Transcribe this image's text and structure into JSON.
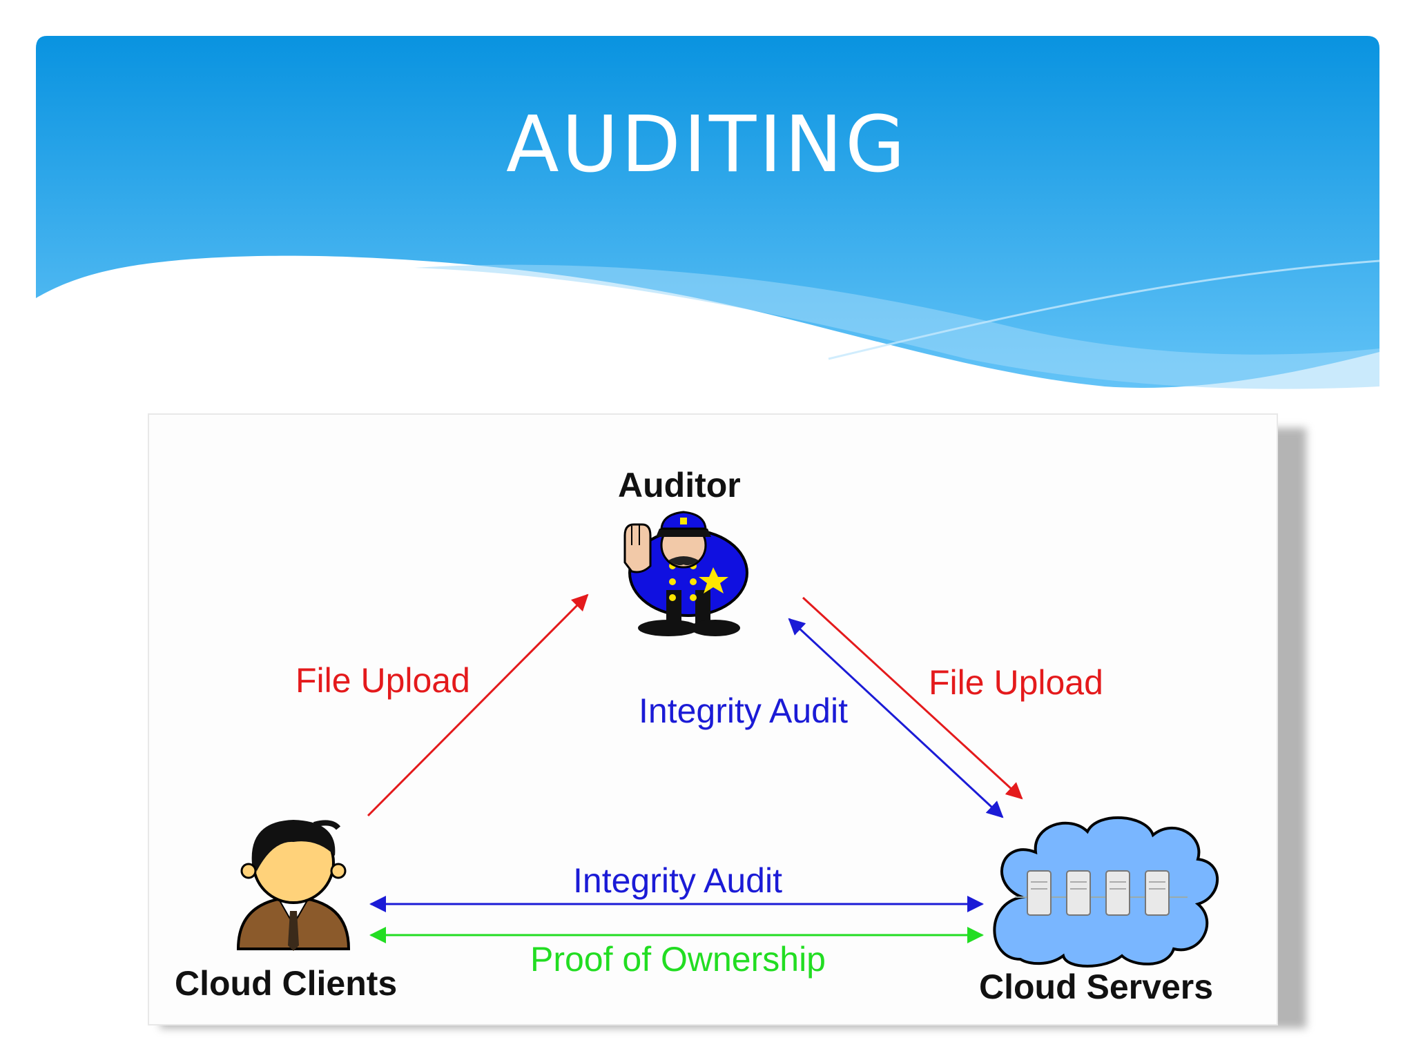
{
  "slide": {
    "title": "AUDITING"
  },
  "diagram": {
    "nodes": {
      "auditor": "Auditor",
      "clients": "Cloud Clients",
      "servers": "Cloud Servers"
    },
    "edges": {
      "upload_client": "File Upload",
      "upload_server": "File Upload",
      "audit_server": "Integrity Audit",
      "audit_client": "Integrity Audit",
      "ownership": "Proof of Ownership"
    }
  },
  "colors": {
    "header_top": "#0a8fe0",
    "header_bottom": "#62c0f6",
    "upload": "#e41a1c",
    "audit": "#1b1bd6",
    "ownership": "#22dd22"
  },
  "icons": {
    "auditor": "police-officer-icon",
    "clients": "business-user-icon",
    "servers": "cloud-server-icon"
  }
}
